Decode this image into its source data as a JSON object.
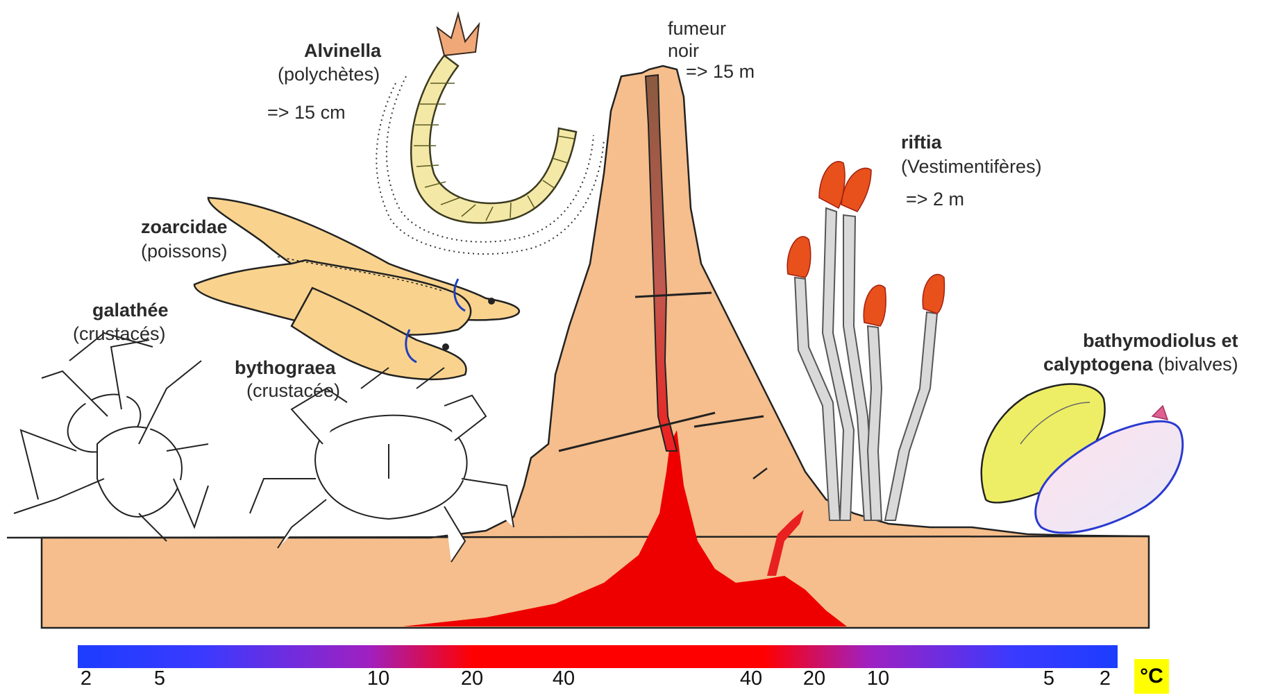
{
  "labels": {
    "alvinella": {
      "name": "Alvinella",
      "group": "(polychètes)",
      "size": "=> 15 cm"
    },
    "fumeur": {
      "line1": "fumeur",
      "line2": "noir",
      "size": "=> 15 m"
    },
    "riftia": {
      "name": "riftia",
      "group": "(Vestimentifères)",
      "size": "=> 2 m"
    },
    "zoarcidae": {
      "name": "zoarcidae",
      "group": "(poissons)"
    },
    "galathee": {
      "name": "galathée",
      "group": "(crustacés)"
    },
    "bythograea": {
      "name": "bythograea",
      "group": "(crustacée)"
    },
    "bivalves": {
      "line1": "bathymodiolus et",
      "line2_bold": "calyptogena",
      "line2_rest": " (bivalves)"
    }
  },
  "temperature_scale": {
    "ticks": [
      "2",
      "5",
      "10",
      "20",
      "40",
      "40",
      "20",
      "10",
      "5",
      "2"
    ],
    "unit": "°C",
    "colors": {
      "cold": "#1d3dff",
      "mid": "#a020c0",
      "hot": "#ff0000"
    }
  },
  "colors": {
    "ground": "#f5be8c",
    "magma": "#ee0000",
    "fish": "#f9d38e",
    "worm": "#f4e8a6",
    "tube": "#d9d9d9",
    "plume": "#e8501c",
    "mussel": "#eeee66"
  }
}
